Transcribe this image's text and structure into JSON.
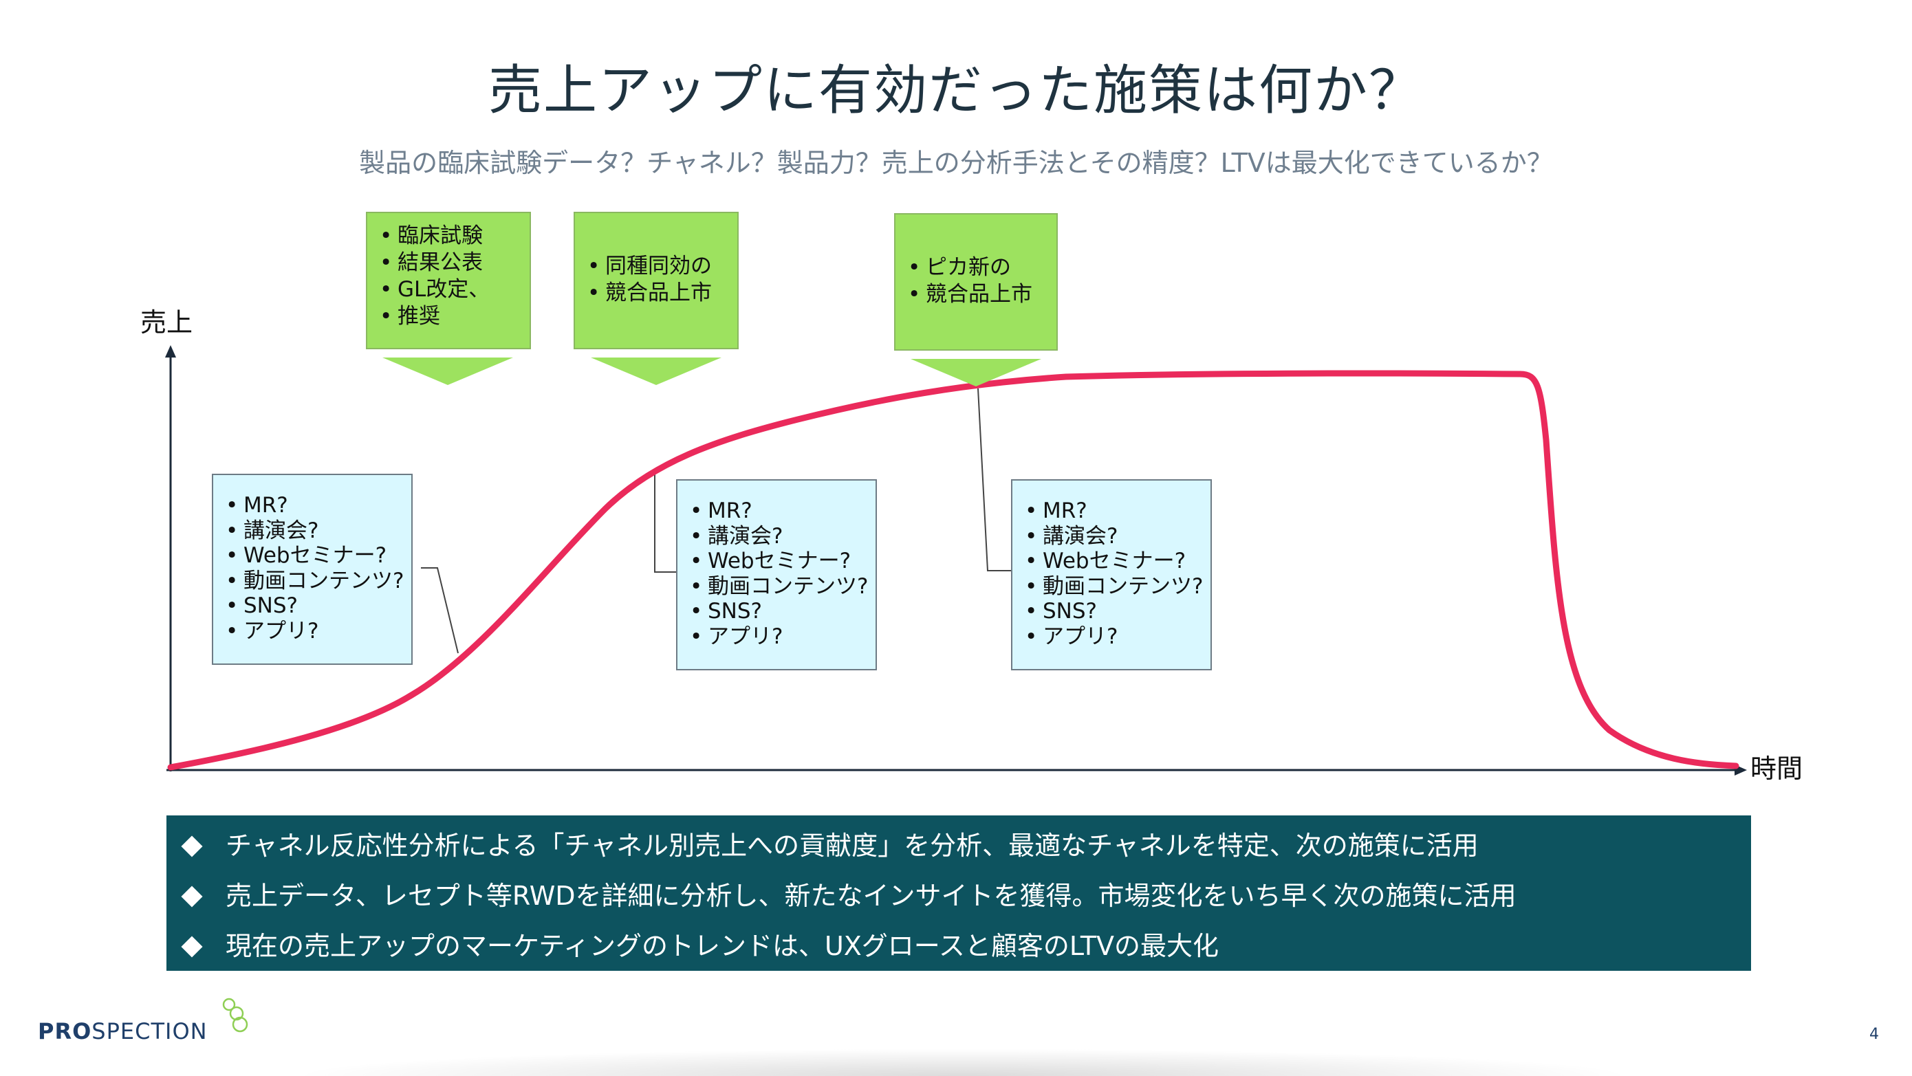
{
  "title": "売上アップに有効だった施策は何か？",
  "subtitle": "製品の臨床試験データ？チャネル？製品力？売上の分析手法とその精度？LTVは最大化できているか？",
  "axes": {
    "y_label": "売上",
    "x_label": "時間"
  },
  "events": [
    {
      "items": [
        "臨床試験",
        "結果公表",
        "GL改定、",
        "推奨"
      ]
    },
    {
      "items": [
        "同種同効の",
        "競合品上市"
      ]
    },
    {
      "items": [
        "ピカ新の",
        "競合品上市"
      ]
    }
  ],
  "channel_boxes": [
    {
      "items": [
        "MR?",
        "講演会?",
        "Webセミナー?",
        "動画コンテンツ?",
        "SNS?",
        "アプリ?"
      ]
    },
    {
      "items": [
        "MR?",
        "講演会?",
        "Webセミナー?",
        "動画コンテンツ?",
        "SNS?",
        "アプリ?"
      ]
    },
    {
      "items": [
        "MR?",
        "講演会?",
        "Webセミナー?",
        "動画コンテンツ?",
        "SNS?",
        "アプリ?"
      ]
    }
  ],
  "banner": [
    "チャネル反応性分析による「チャネル別売上への貢献度」を分析、最適なチャネルを特定、次の施策に活用",
    "売上データ、レセプト等RWDを詳細に分析し、新たなインサイトを獲得。市場変化をいち早く次の施策に活用",
    "現在の売上アップのマーケティングのトレンドは、UXグロースと顧客のLTVの最大化"
  ],
  "logo": {
    "strong": "PRO",
    "rest": "SPECTION"
  },
  "page_number": "4",
  "colors": {
    "curve": "#ea2a5b",
    "event_box": "#9de25f",
    "channel_box": "#d9f8ff",
    "banner": "#0d535f"
  }
}
